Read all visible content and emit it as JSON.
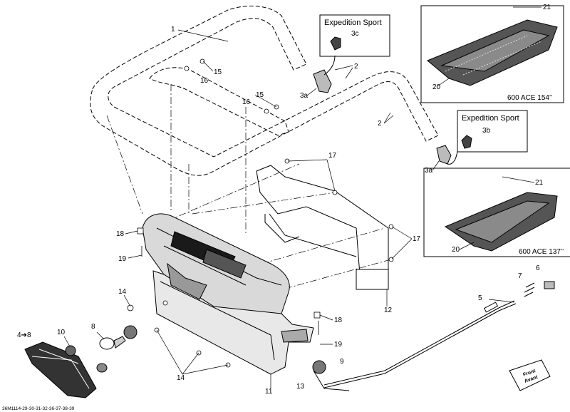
{
  "callouts": {
    "c1": "1",
    "c2a": "2",
    "c2b": "2",
    "c3a_1": "3a",
    "c3a_2": "3a",
    "c3b": "3b",
    "c3c": "3c",
    "c4to8": "4➔8",
    "c5": "5",
    "c6": "6",
    "c7": "7",
    "c8": "8",
    "c9": "9",
    "c10": "10",
    "c11": "11",
    "c12": "12",
    "c13": "13",
    "c14a": "14",
    "c14b": "14",
    "c15a": "15",
    "c15b": "15",
    "c16a": "16",
    "c16b": "16",
    "c17a": "17",
    "c17b": "17",
    "c18a": "18",
    "c18b": "18",
    "c19a": "19",
    "c19b": "19",
    "c20a": "20",
    "c20b": "20",
    "c21a": "21",
    "c21b": "21"
  },
  "detail_boxes": {
    "expedition_top": {
      "title": "Expedition Sport"
    },
    "expedition_right": {
      "title": "Expedition Sport"
    },
    "panel_154": {
      "model": "600 ACE 154’’"
    },
    "panel_137": {
      "model": "600 ACE 137’’"
    }
  },
  "front_badge": {
    "line1": "Front",
    "line2": "Avant"
  },
  "drawing_code": "36M1114-29-30-31-32-36-37-38-39"
}
